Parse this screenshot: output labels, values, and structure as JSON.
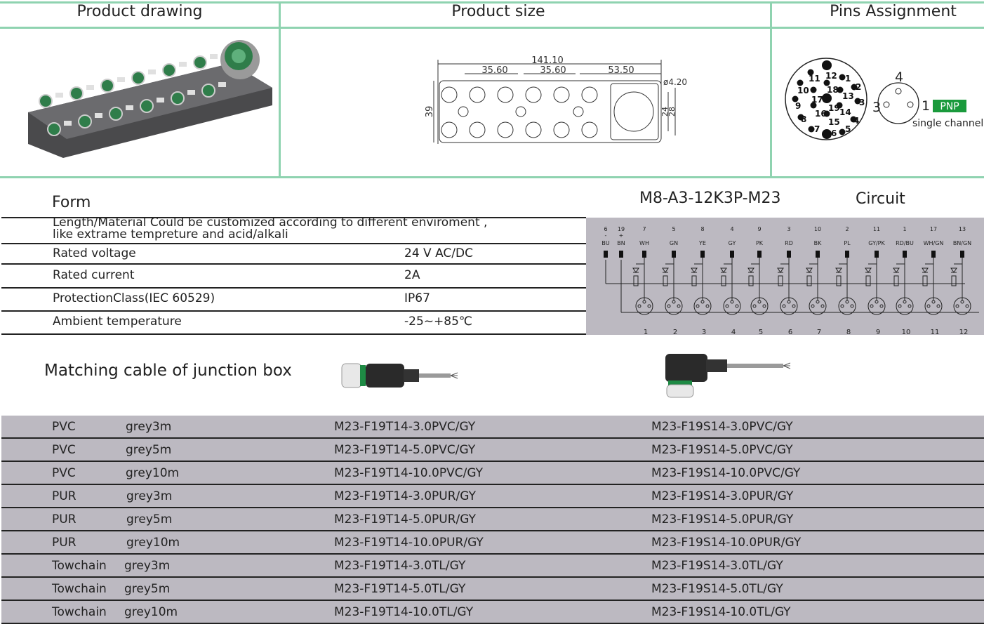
{
  "header": {
    "product_drawing": "Product drawing",
    "product_size": "Product size",
    "pins_assignment": "Pins Assignment"
  },
  "size": {
    "overall": "141.10",
    "d1": "35.60",
    "d2": "35.60",
    "d3": "53.50",
    "hole": "ø4.20",
    "height": "39",
    "h1": "24",
    "h2": "28"
  },
  "pins": {
    "m23_pins": [
      "1",
      "2",
      "3",
      "4",
      "5",
      "6",
      "7",
      "8",
      "9",
      "10",
      "11",
      "12",
      "13",
      "14",
      "15",
      "16",
      "17",
      "18",
      "19"
    ],
    "m8_pins": [
      "4",
      "3",
      "1"
    ],
    "badge": "PNP",
    "badge_color": "#1a9a3c",
    "note": "single channel"
  },
  "form": {
    "title": "Form",
    "note_line1": "Length/Material Could be customized according to different enviroment ,",
    "note_line2": "like extrame tempreture and acid/alkali",
    "specs": [
      {
        "label": "Rated voltage",
        "value": "24 V AC/DC"
      },
      {
        "label": "Rated current",
        "value": "2A"
      },
      {
        "label": "ProtectionClass(IEC 60529)",
        "value": "IP67"
      },
      {
        "label": "Ambient temperature",
        "value": "-25~+85℃"
      }
    ]
  },
  "circuit": {
    "model": "M8-A3-12K3P-M23",
    "title": "Circuit",
    "wires": [
      {
        "pin": "6",
        "sign": "-",
        "color": "BU"
      },
      {
        "pin": "19",
        "sign": "+",
        "color": "BN"
      },
      {
        "pin": "7",
        "color": "WH"
      },
      {
        "pin": "5",
        "color": "GN"
      },
      {
        "pin": "8",
        "color": "YE"
      },
      {
        "pin": "4",
        "color": "GY"
      },
      {
        "pin": "9",
        "color": "PK"
      },
      {
        "pin": "3",
        "color": "RD"
      },
      {
        "pin": "10",
        "color": "BK"
      },
      {
        "pin": "2",
        "color": "PL"
      },
      {
        "pin": "11",
        "color": "GY/PK"
      },
      {
        "pin": "1",
        "color": "RD/BU"
      },
      {
        "pin": "17",
        "color": "WH/GN"
      },
      {
        "pin": "13",
        "color": "BN/GN"
      }
    ],
    "ports": [
      "1",
      "2",
      "3",
      "4",
      "5",
      "6",
      "7",
      "8",
      "9",
      "10",
      "11",
      "12"
    ],
    "bg_color": "#bcb9c1"
  },
  "cable": {
    "title": "Matching cable of junction box",
    "rows": [
      {
        "material": "PVC",
        "length": "grey3m",
        "straight": "M23-F19T14-3.0PVC/GY",
        "angled": "M23-F19S14-3.0PVC/GY"
      },
      {
        "material": "PVC",
        "length": "grey5m",
        "straight": "M23-F19T14-5.0PVC/GY",
        "angled": "M23-F19S14-5.0PVC/GY"
      },
      {
        "material": "PVC",
        "length": "grey10m",
        "straight": "M23-F19T14-10.0PVC/GY",
        "angled": "M23-F19S14-10.0PVC/GY"
      },
      {
        "material": "PUR",
        "length": "grey3m",
        "straight": "M23-F19T14-3.0PUR/GY",
        "angled": "M23-F19S14-3.0PUR/GY"
      },
      {
        "material": "PUR",
        "length": "grey5m",
        "straight": "M23-F19T14-5.0PUR/GY",
        "angled": "M23-F19S14-5.0PUR/GY"
      },
      {
        "material": "PUR",
        "length": "grey10m",
        "straight": "M23-F19T14-10.0PUR/GY",
        "angled": "M23-F19S14-10.0PUR/GY"
      },
      {
        "material": "Towchain",
        "length": "grey3m",
        "straight": "M23-F19T14-3.0TL/GY",
        "angled": "M23-F19S14-3.0TL/GY"
      },
      {
        "material": "Towchain",
        "length": "grey5m",
        "straight": "M23-F19T14-5.0TL/GY",
        "angled": "M23-F19S14-5.0TL/GY"
      },
      {
        "material": "Towchain",
        "length": "grey10m",
        "straight": "M23-F19T14-10.0TL/GY",
        "angled": "M23-F19S14-10.0TL/GY"
      }
    ]
  }
}
